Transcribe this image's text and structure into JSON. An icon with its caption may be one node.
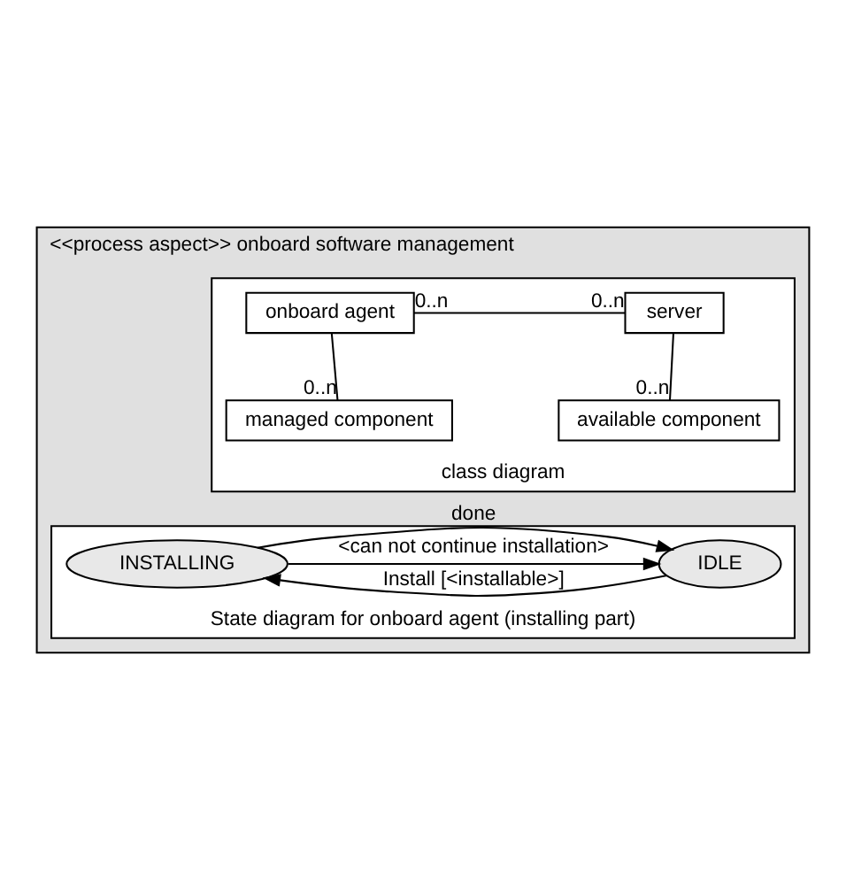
{
  "diagram": {
    "nodes": [
      {
        "text": [
          "<<process aspect>> onboard software management"
        ]
      },
      {
        "text": [
          "class diagram"
        ],
        "in": 0
      },
      {
        "text": [
          "onboard agent"
        ],
        "in": 1
      },
      {
        "text": [
          "server"
        ],
        "in": 1
      },
      {
        "text": [
          "managed component"
        ],
        "in": 1
      },
      {
        "text": [
          "available component"
        ],
        "in": 1
      },
      {
        "text": [
          "State diagram for onboard agent (installing part)"
        ],
        "in": 0
      },
      {
        "text": [
          "IDLE"
        ],
        "in": 6
      },
      {
        "text": [
          "INSTALLING"
        ],
        "in": 6
      }
    ],
    "edges": [
      {
        "from": 2,
        "to": 3,
        "arrow": "none"
      },
      {
        "from": 2,
        "to": 4,
        "arrow": "none"
      },
      {
        "from": 3,
        "to": 5,
        "arrow": "none"
      },
      {
        "from": 7,
        "to": 8,
        "arrow": "to",
        "label": "Install [<installable>]"
      },
      {
        "from": 8,
        "to": 7,
        "arrow": "to",
        "label": "done"
      },
      {
        "from": 8,
        "to": 7,
        "arrow": "to",
        "label": "<can not continue installation>"
      }
    ],
    "labels": [
      "0..n",
      "0..n",
      "0..n",
      "0..n"
    ]
  }
}
